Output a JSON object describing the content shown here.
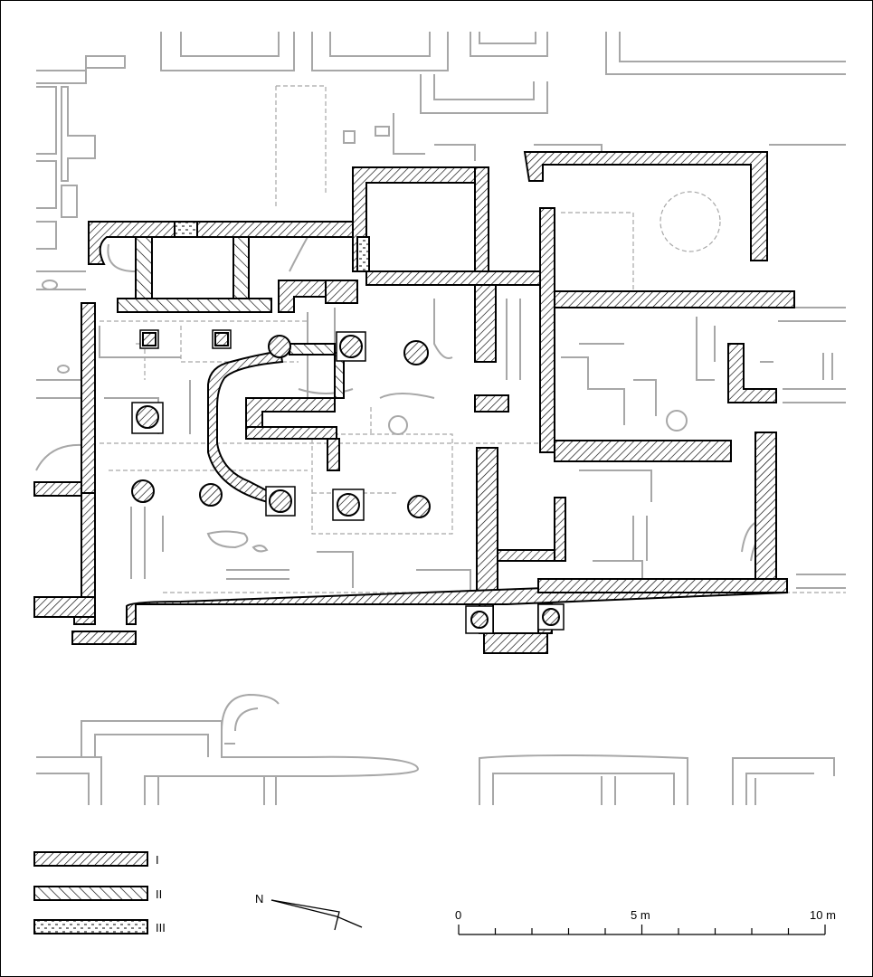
{
  "legend": {
    "items": [
      {
        "label": "I",
        "pattern": "dense-diagonal-hatch"
      },
      {
        "label": "II",
        "pattern": "sparse-diagonal-hatch"
      },
      {
        "label": "III",
        "pattern": "dashed-dotted-fill"
      }
    ]
  },
  "north_arrow": {
    "label": "N"
  },
  "scale_bar": {
    "labels": [
      "0",
      "5 m",
      "10 m"
    ]
  },
  "colors": {
    "wall_stroke": "#000000",
    "ghost_lines": "#a7a7a7",
    "background": "#ffffff"
  }
}
